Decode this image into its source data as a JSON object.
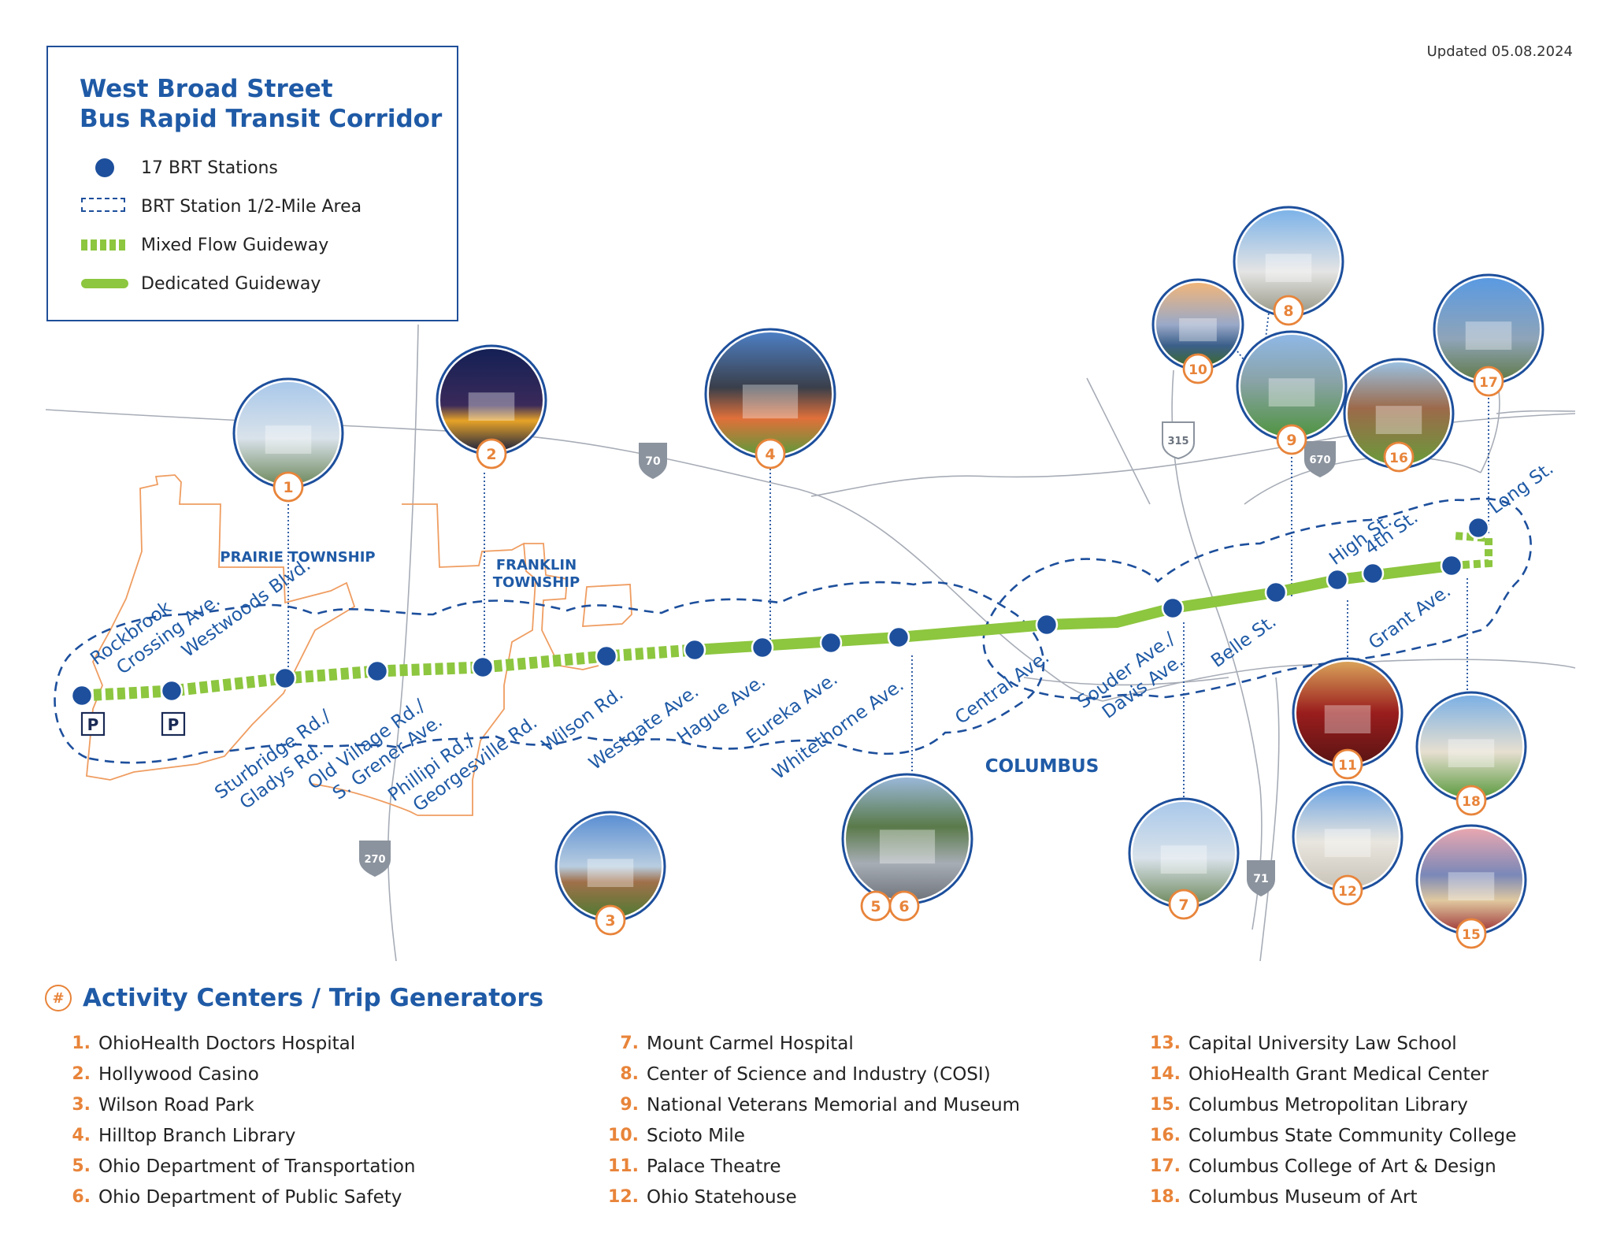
{
  "updated": "Updated 05.08.2024",
  "legend": {
    "title_line1": "West Broad Street",
    "title_line2": "Bus Rapid Transit Corridor",
    "items": [
      {
        "symbol": "station-dot",
        "label": "17 BRT Stations"
      },
      {
        "symbol": "dashed-area",
        "label": "BRT Station 1/2-Mile Area"
      },
      {
        "symbol": "mixed-flow-line",
        "label": "Mixed Flow Guideway"
      },
      {
        "symbol": "dedicated-line",
        "label": "Dedicated Guideway"
      }
    ]
  },
  "colors": {
    "station_blue": "#1d4f9c",
    "title_blue": "#1f5aa6",
    "guideway_green": "#8dc63f",
    "activity_orange": "#e8843a",
    "road_gray": "#9aa0ab",
    "shield_gray": "#8b939e"
  },
  "areas": {
    "prairie": "PRAIRIE TOWNSHIP",
    "franklin_line1": "FRANKLIN",
    "franklin_line2": "TOWNSHIP",
    "columbus": "COLUMBUS"
  },
  "highways": [
    "70",
    "270",
    "315",
    "670",
    "71"
  ],
  "parking_label": "P",
  "stations": [
    {
      "line1": "Rockbrook",
      "line2": "Crossing Ave."
    },
    {
      "line1": "Westwoods Blvd.",
      "line2": ""
    },
    {
      "line1": "Sturbridge Rd./",
      "line2": "Gladys Rd."
    },
    {
      "line1": "Old Village Rd./",
      "line2": "S. Grener Ave."
    },
    {
      "line1": "Phillipi Rd./",
      "line2": "Georgesville Rd."
    },
    {
      "line1": "Wilson Rd.",
      "line2": ""
    },
    {
      "line1": "Westgate Ave.",
      "line2": ""
    },
    {
      "line1": "Hague Ave.",
      "line2": ""
    },
    {
      "line1": "Eureka Ave.",
      "line2": ""
    },
    {
      "line1": "Whitethorne Ave.",
      "line2": ""
    },
    {
      "line1": "Central Ave.",
      "line2": ""
    },
    {
      "line1": "Souder Ave./",
      "line2": "Davis Ave."
    },
    {
      "line1": "Belle St.",
      "line2": ""
    },
    {
      "line1": "High St.",
      "line2": ""
    },
    {
      "line1": "4th St.",
      "line2": ""
    },
    {
      "line1": "Grant Ave.",
      "line2": ""
    },
    {
      "line1": "Long St.",
      "line2": ""
    }
  ],
  "photo_markers": [
    {
      "id": "1",
      "icon": "hospital-photo"
    },
    {
      "id": "2",
      "icon": "casino-photo"
    },
    {
      "id": "3",
      "icon": "park-photo"
    },
    {
      "id": "4",
      "icon": "library-photo"
    },
    {
      "id": "5",
      "id2": "6",
      "icon": "office-campus-photo"
    },
    {
      "id": "7",
      "icon": "hospital-photo"
    },
    {
      "id": "8",
      "icon": "cosi-photo"
    },
    {
      "id": "9",
      "icon": "memorial-photo"
    },
    {
      "id": "10",
      "icon": "skyline-photo"
    },
    {
      "id": "11",
      "icon": "theatre-photo"
    },
    {
      "id": "12",
      "icon": "statehouse-photo"
    },
    {
      "id": "15",
      "icon": "library-photo"
    },
    {
      "id": "16",
      "icon": "college-photo"
    },
    {
      "id": "17",
      "icon": "sculpture-photo"
    },
    {
      "id": "18",
      "icon": "museum-photo"
    }
  ],
  "activity_centers": {
    "badge": "#",
    "title": "Activity Centers / Trip Generators",
    "columns": [
      [
        {
          "num": "1.",
          "name": "OhioHealth Doctors Hospital"
        },
        {
          "num": "2.",
          "name": "Hollywood Casino"
        },
        {
          "num": "3.",
          "name": "Wilson Road Park"
        },
        {
          "num": "4.",
          "name": "Hilltop Branch Library"
        },
        {
          "num": "5.",
          "name": "Ohio Department of Transportation"
        },
        {
          "num": "6.",
          "name": "Ohio Department of Public Safety"
        }
      ],
      [
        {
          "num": "7.",
          "name": "Mount Carmel Hospital"
        },
        {
          "num": "8.",
          "name": "Center of Science and Industry (COSI)"
        },
        {
          "num": "9.",
          "name": "National Veterans Memorial and Museum"
        },
        {
          "num": "10.",
          "name": "Scioto Mile"
        },
        {
          "num": "11.",
          "name": "Palace Theatre"
        },
        {
          "num": "12.",
          "name": "Ohio Statehouse"
        }
      ],
      [
        {
          "num": "13.",
          "name": "Capital University Law School"
        },
        {
          "num": "14.",
          "name": "OhioHealth Grant Medical Center"
        },
        {
          "num": "15.",
          "name": "Columbus Metropolitan Library"
        },
        {
          "num": "16.",
          "name": "Columbus State Community College"
        },
        {
          "num": "17.",
          "name": "Columbus College of Art & Design"
        },
        {
          "num": "18.",
          "name": "Columbus Museum of Art"
        }
      ]
    ]
  }
}
